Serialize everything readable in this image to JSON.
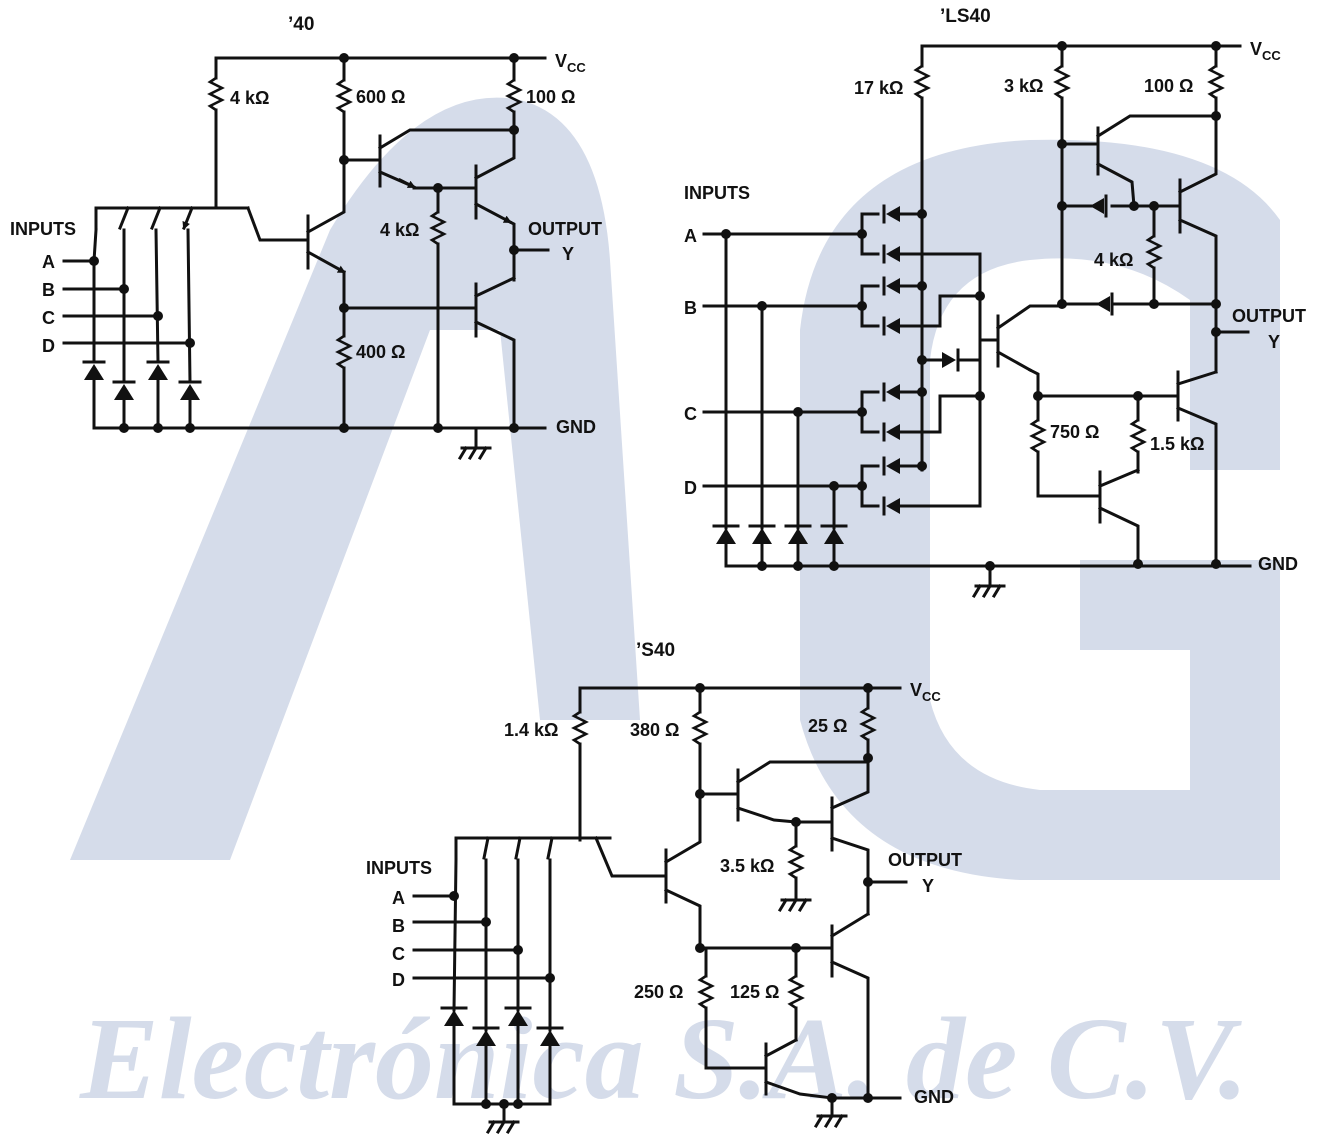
{
  "watermark": {
    "text": "Electrónica S.A. de C.V.",
    "color": "#d5dcea"
  },
  "circuit_40": {
    "title": "’40",
    "vcc_label": "V",
    "vcc_sub": "CC",
    "gnd_label": "GND",
    "inputs_label": "INPUTS",
    "inputs": [
      "A",
      "B",
      "C",
      "D"
    ],
    "output_label": "OUTPUT",
    "output_pin": "Y",
    "resistors": [
      "4 kΩ",
      "600 Ω",
      "100 Ω",
      "4 kΩ",
      "400 Ω"
    ]
  },
  "circuit_ls40": {
    "title": "’LS40",
    "vcc_label": "V",
    "vcc_sub": "CC",
    "gnd_label": "GND",
    "inputs_label": "INPUTS",
    "inputs": [
      "A",
      "B",
      "C",
      "D"
    ],
    "output_label": "OUTPUT",
    "output_pin": "Y",
    "resistors": [
      "17 kΩ",
      "3 kΩ",
      "100 Ω",
      "4 kΩ",
      "750 Ω",
      "1.5 kΩ"
    ]
  },
  "circuit_s40": {
    "title": "’S40",
    "vcc_label": "V",
    "vcc_sub": "CC",
    "gnd_label": "GND",
    "inputs_label": "INPUTS",
    "inputs": [
      "A",
      "B",
      "C",
      "D"
    ],
    "output_label": "OUTPUT",
    "output_pin": "Y",
    "resistors": [
      "1.4 kΩ",
      "380 Ω",
      "25 Ω",
      "3.5 kΩ",
      "250 Ω",
      "125 Ω"
    ]
  }
}
